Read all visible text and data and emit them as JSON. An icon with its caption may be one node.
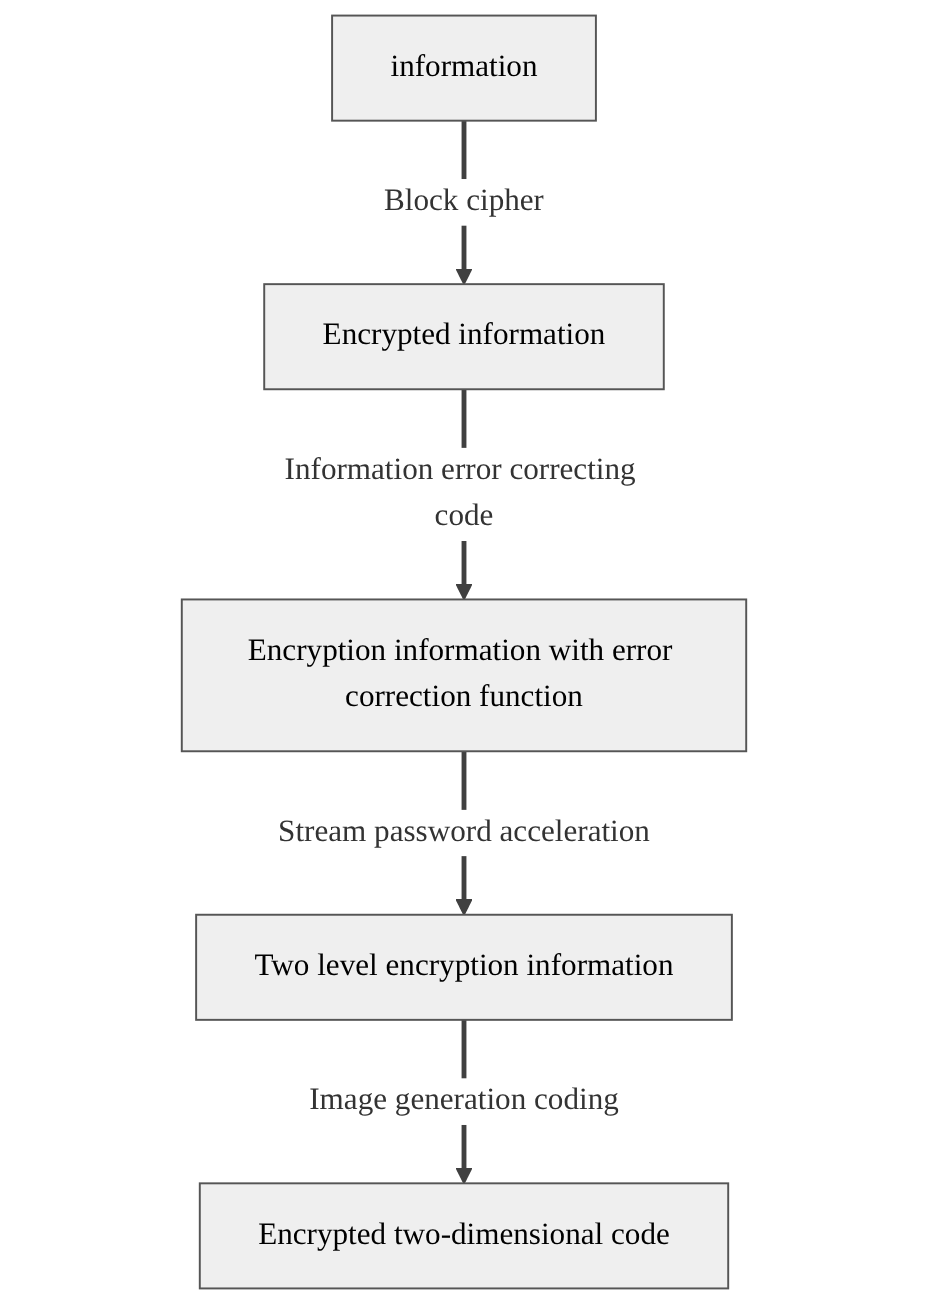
{
  "diagram": {
    "nodes": [
      {
        "text": [
          "information"
        ]
      },
      {
        "text": [
          "Encrypted information"
        ]
      },
      {
        "text": [
          "Encryption information with error correction function"
        ]
      },
      {
        "text": [
          "Two level encryption information"
        ]
      },
      {
        "text": [
          "Encrypted two-dimensional code"
        ]
      }
    ],
    "edges": [
      {
        "from": 0,
        "to": 1,
        "arrow": "to",
        "label": "Block cipher"
      },
      {
        "from": 1,
        "to": 2,
        "arrow": "to",
        "label": "Information error correcting code"
      },
      {
        "from": 2,
        "to": 3,
        "arrow": "to",
        "label": "Stream password acceleration"
      },
      {
        "from": 3,
        "to": 4,
        "arrow": "to",
        "label": "Image generation coding"
      }
    ]
  }
}
